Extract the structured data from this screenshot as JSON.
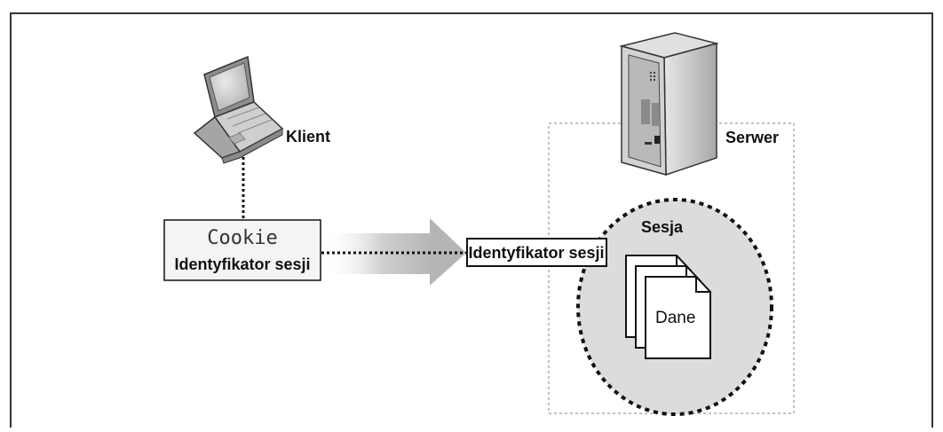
{
  "diagram": {
    "client_label": "Klient",
    "server_label": "Serwer",
    "cookie_title": "Cookie",
    "cookie_id_label": "Identyfikator sesji",
    "sent_id_label": "Identyfikator sesji",
    "session_label": "Sesja",
    "data_label": "Dane"
  },
  "colors": {
    "frame": "#333333",
    "cookie_box_fill": "#f4f4f4",
    "session_fill": "#dcdcdc",
    "server_body": "#cfcfcf",
    "arrow": "#bdbdbd"
  },
  "icons": {
    "client": "laptop-icon",
    "server": "server-tower-icon",
    "data": "document-stack-icon"
  }
}
